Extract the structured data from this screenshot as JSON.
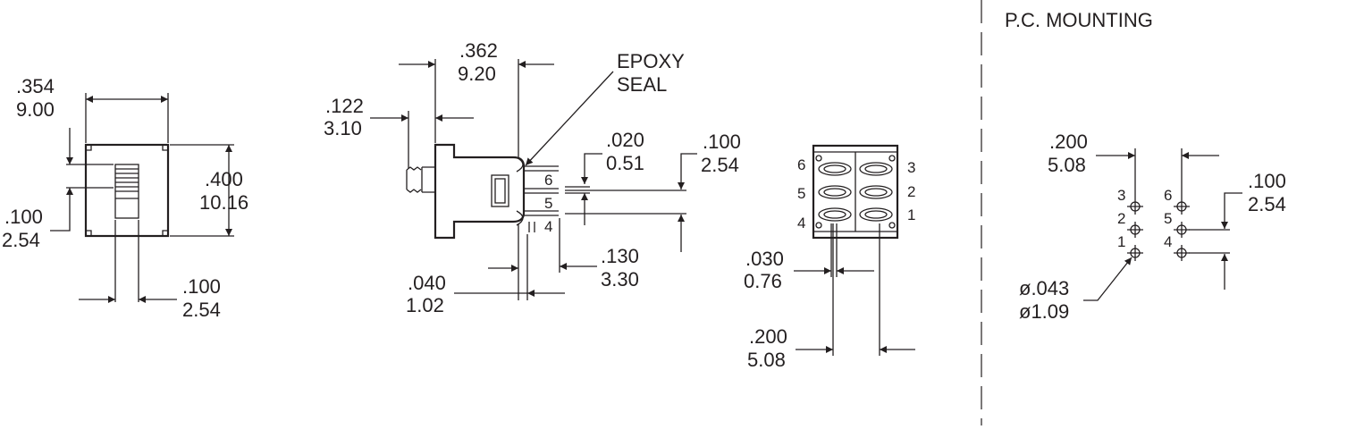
{
  "title": "P.C. MOUNTING",
  "side_view": {
    "width_in": ".354",
    "width_mm": "9.00",
    "height_in": ".400",
    "height_mm": "10.16",
    "offset_in": ".100",
    "offset_mm": "2.54",
    "actuator_in": ".100",
    "actuator_mm": "2.54"
  },
  "front_view": {
    "depth_in": ".362",
    "depth_mm": "9.20",
    "act_in": ".122",
    "act_mm": "3.10",
    "epoxy_line1": "EPOXY",
    "epoxy_line2": "SEAL",
    "pin_thk_in": ".020",
    "pin_thk_mm": "0.51",
    "pin_pitch_in": ".100",
    "pin_pitch_mm": "2.54",
    "pin_len_in": ".130",
    "pin_len_mm": "3.30",
    "flange_in": ".040",
    "flange_mm": "1.02",
    "pins": [
      "6",
      "5",
      "4"
    ]
  },
  "bottom_view": {
    "pin_w_in": ".030",
    "pin_w_mm": "0.76",
    "row_in": ".200",
    "row_mm": "5.08",
    "left_pins": [
      "6",
      "5",
      "4"
    ],
    "right_pins": [
      "3",
      "2",
      "1"
    ]
  },
  "pcb": {
    "row_in": ".200",
    "row_mm": "5.08",
    "pitch_in": ".100",
    "pitch_mm": "2.54",
    "hole_in": "ø.043",
    "hole_mm": "ø1.09",
    "left_labels": [
      "3",
      "2",
      "1"
    ],
    "right_labels": [
      "6",
      "5",
      "4"
    ]
  }
}
